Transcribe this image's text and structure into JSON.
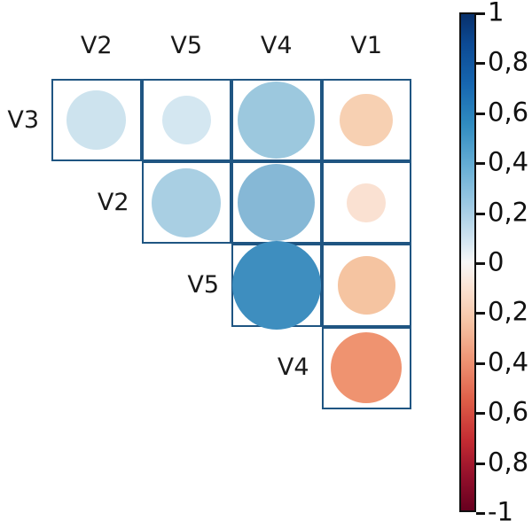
{
  "chart_data": {
    "type": "heatmap",
    "title": "",
    "subtitle": "",
    "xlabel": "",
    "ylabel": "",
    "grid": true,
    "legend_position": "right",
    "variant": "correlation-matrix-bubbles-upper-triangle",
    "columns": [
      "V2",
      "V5",
      "V4",
      "V1"
    ],
    "rows": [
      "V3",
      "V2",
      "V5",
      "V4"
    ],
    "cells": [
      {
        "row": "V3",
        "col": "V2",
        "value": 0.36,
        "color": "#cde3ee",
        "radius_frac": 0.46
      },
      {
        "row": "V3",
        "col": "V5",
        "value": 0.26,
        "color": "#d4e7f1",
        "radius_frac": 0.38
      },
      {
        "row": "V3",
        "col": "V4",
        "value": 0.55,
        "color": "#9cc8de",
        "radius_frac": 0.6
      },
      {
        "row": "V3",
        "col": "V1",
        "value": -0.3,
        "color": "#f7d0b2",
        "radius_frac": 0.41
      },
      {
        "row": "V2",
        "col": "V5",
        "value": 0.47,
        "color": "#a9cfe3",
        "radius_frac": 0.54
      },
      {
        "row": "V2",
        "col": "V4",
        "value": 0.56,
        "color": "#86b8d6",
        "radius_frac": 0.6
      },
      {
        "row": "V2",
        "col": "V1",
        "value": -0.17,
        "color": "#fae1d2",
        "radius_frac": 0.3
      },
      {
        "row": "V5",
        "col": "V4",
        "value": 0.7,
        "color": "#3e8ebf",
        "radius_frac": 0.69
      },
      {
        "row": "V5",
        "col": "V1",
        "value": -0.36,
        "color": "#f5c4a1",
        "radius_frac": 0.45
      },
      {
        "row": "V4",
        "col": "V1",
        "value": -0.52,
        "color": "#ef9370",
        "radius_frac": 0.55
      }
    ],
    "colorbar": {
      "min": -1,
      "max": 1,
      "ticks": [
        {
          "label": "1",
          "value": 1.0
        },
        {
          "label": "0,8",
          "value": 0.8
        },
        {
          "label": "0,6",
          "value": 0.6
        },
        {
          "label": "0,4",
          "value": 0.4
        },
        {
          "label": "0,2",
          "value": 0.2
        },
        {
          "label": "0",
          "value": 0.0
        },
        {
          "label": "0,2",
          "value": -0.2
        },
        {
          "label": "0,4",
          "value": -0.4
        },
        {
          "label": "0,6",
          "value": -0.6
        },
        {
          "label": "0,8",
          "value": -0.8
        },
        {
          "label": "-1",
          "value": -1.0
        }
      ],
      "colors": {
        "positive_extreme": "#08306b",
        "neutral": "#f7f7f7",
        "negative_extreme": "#67001f"
      }
    },
    "colors": {
      "grid_line": "#1f5582",
      "text": "#1a1a1a",
      "background": "#ffffff"
    }
  }
}
